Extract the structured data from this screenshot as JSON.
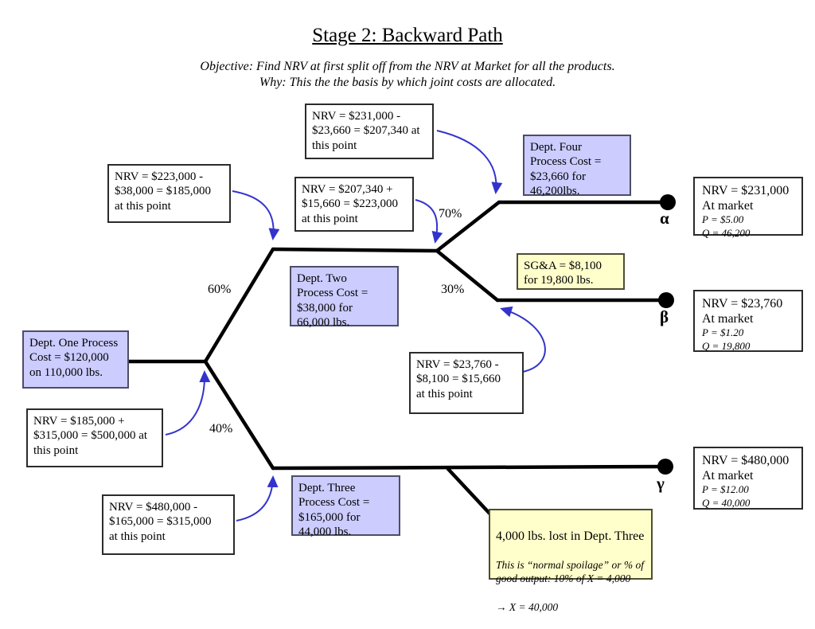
{
  "page": {
    "title": "Stage 2: Backward Path",
    "objective": "Objective: Find NRV at first split off from the NRV at Market for all the products.",
    "why": "Why:  This the the basis by which joint costs are allocated."
  },
  "colors": {
    "dept_box": "#ccccff",
    "highlight_box": "#ffffcc",
    "arrow_blue": "#3333cc",
    "tree_black": "#000000"
  },
  "tree": {
    "percents": {
      "sixty": "60%",
      "forty": "40%",
      "seventy": "70%",
      "thirty": "30%"
    },
    "products": {
      "alpha": "α",
      "beta": "β",
      "gamma": "γ"
    }
  },
  "notes": {
    "alpha_split": "NRV = $231,000 -\n$23,660 = $207,340 at\nthis point",
    "dept2_out": "NRV = $207,340 +\n$15,660 = $223,000\nat this point",
    "dept2_in": "NRV = $223,000 -\n$38,000 = $185,000\nat this point",
    "joint": "NRV = $185,000 +\n$315,000 = $500,000 at\nthis point",
    "beta_split": "NRV = $23,760 -\n$8,100 = $15,660\nat this point",
    "dept3_in": "NRV = $480,000 -\n$165,000 = $315,000\nat this point"
  },
  "depts": {
    "one": "Dept. One Process\nCost = $120,000\non 110,000 lbs.",
    "two": "Dept. Two\nProcess Cost =\n$38,000 for\n66,000 lbs.",
    "three": "Dept. Three\nProcess Cost =\n$165,000 for\n44,000 lbs.",
    "four": "Dept. Four\nProcess Cost =\n$23,660 for\n46,200lbs."
  },
  "sga": {
    "text": "SG&A = $8,100\nfor 19,800 lbs."
  },
  "spoilage": {
    "title": "4,000 lbs. lost in Dept. Three",
    "detail": "This is “normal spoilage” or % of\ngood output: 10% of X = 4,000",
    "result": "→ X = 40,000"
  },
  "markets": {
    "alpha": {
      "nrv": "NRV = $231,000",
      "market": "At market",
      "price": "P = $5.00",
      "qty": "Q = 46,200"
    },
    "beta": {
      "nrv": "NRV = $23,760",
      "market": "At market",
      "price": "P = $1.20",
      "qty": "Q = 19,800"
    },
    "gamma": {
      "nrv": "NRV = $480,000",
      "market": "At market",
      "price": "P = $12.00",
      "qty": "Q = 40,000"
    }
  }
}
